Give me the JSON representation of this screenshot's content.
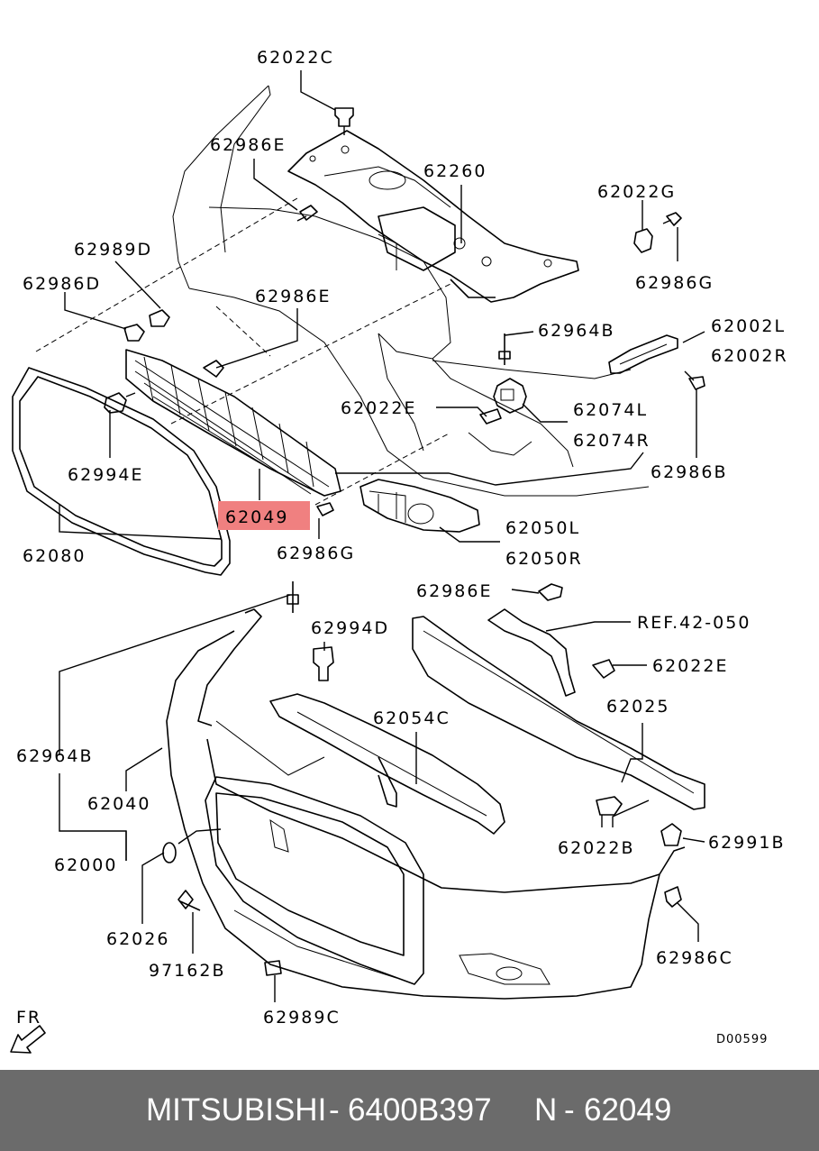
{
  "labels": {
    "l_62022C": "62022C",
    "l_62986E_top": "62986E",
    "l_62260": "62260",
    "l_62022G": "62022G",
    "l_62986G_right": "62986G",
    "l_62989D": "62989D",
    "l_62986D": "62986D",
    "l_62986E_mid": "62986E",
    "l_62964B_top": "62964B",
    "l_62002L": "62002L",
    "l_62002R": "62002R",
    "l_62022E_mid": "62022E",
    "l_62074L": "62074L",
    "l_62074R": "62074R",
    "l_62994E": "62994E",
    "l_62986B": "62986B",
    "l_62049": "62049",
    "l_62050L": "62050L",
    "l_62050R": "62050R",
    "l_62080": "62080",
    "l_62986G_low": "62986G",
    "l_62986E_low": "62986E",
    "l_ref": "REF.42-050",
    "l_62994D": "62994D",
    "l_62022E_low": "62022E",
    "l_62054C": "62054C",
    "l_62025": "62025",
    "l_62964B_low": "62964B",
    "l_62040": "62040",
    "l_62000": "62000",
    "l_62022B": "62022B",
    "l_62991B": "62991B",
    "l_62026": "62026",
    "l_97162B": "97162B",
    "l_62986C": "62986C",
    "l_62989C": "62989C",
    "l_fr": "FR",
    "l_code": "D00599"
  },
  "highlight_color": "#f08080",
  "footer": {
    "brand": "MITSUBISHI",
    "sep1": "-",
    "part_number": "6400B397",
    "n_label": "N",
    "sep2": "-",
    "n_value": "62049"
  }
}
